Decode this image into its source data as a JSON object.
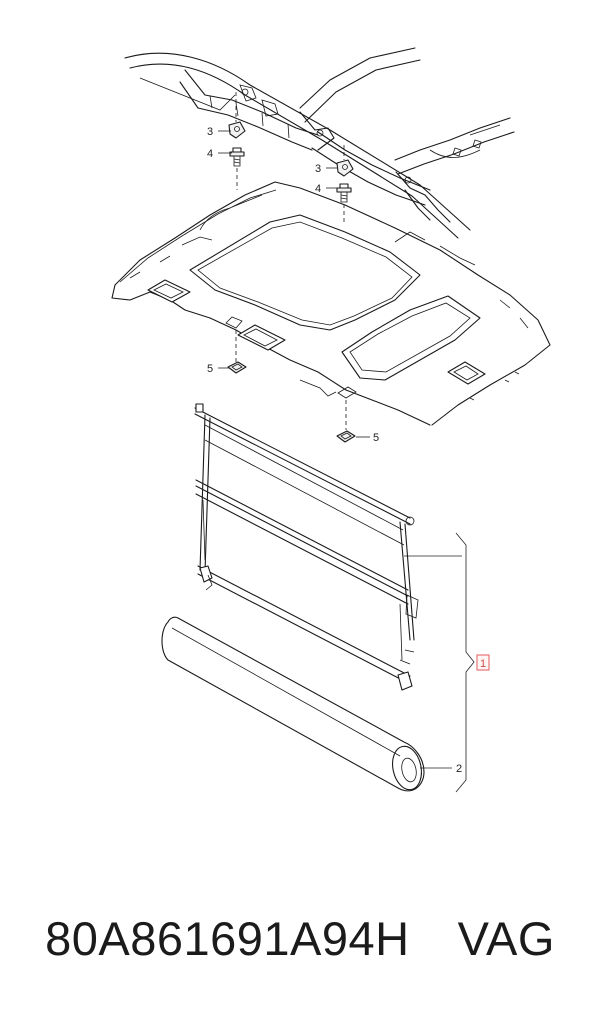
{
  "diagram": {
    "callouts": [
      {
        "id": "c3a",
        "label": "3"
      },
      {
        "id": "c4a",
        "label": "4"
      },
      {
        "id": "c3b",
        "label": "3"
      },
      {
        "id": "c4b",
        "label": "4"
      },
      {
        "id": "c5a",
        "label": "5"
      },
      {
        "id": "c5b",
        "label": "5"
      },
      {
        "id": "c1",
        "label": "1"
      },
      {
        "id": "c2",
        "label": "2"
      }
    ],
    "highlight_color": "#e05a5a"
  },
  "caption": {
    "part_number": "80A861691A94H",
    "brand": "VAG"
  }
}
